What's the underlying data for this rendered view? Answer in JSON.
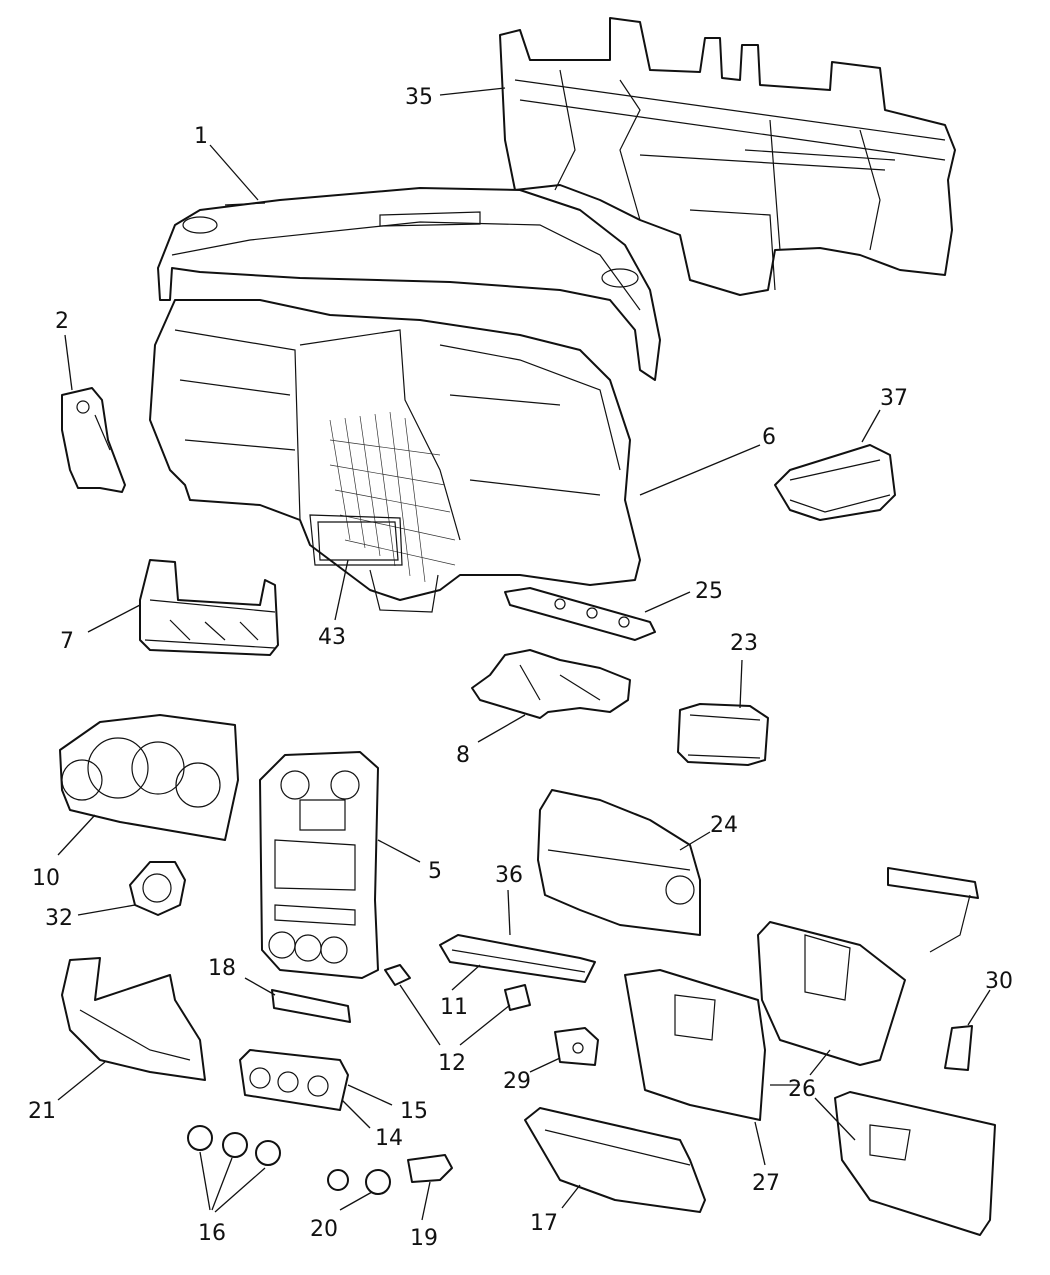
{
  "callouts": {
    "c1": "1",
    "c2": "2",
    "c5": "5",
    "c6": "6",
    "c7": "7",
    "c8": "8",
    "c10": "10",
    "c11": "11",
    "c12a": "12",
    "c14": "14",
    "c15": "15",
    "c16": "16",
    "c17": "17",
    "c18": "18",
    "c19": "19",
    "c20": "20",
    "c21": "21",
    "c23": "23",
    "c24": "24",
    "c25": "25",
    "c26": "26",
    "c27": "27",
    "c29": "29",
    "c30": "30",
    "c32": "32",
    "c35": "35",
    "c36": "36",
    "c37": "37",
    "c43": "43"
  },
  "colors": {
    "line": "#111111",
    "background": "#ffffff"
  }
}
